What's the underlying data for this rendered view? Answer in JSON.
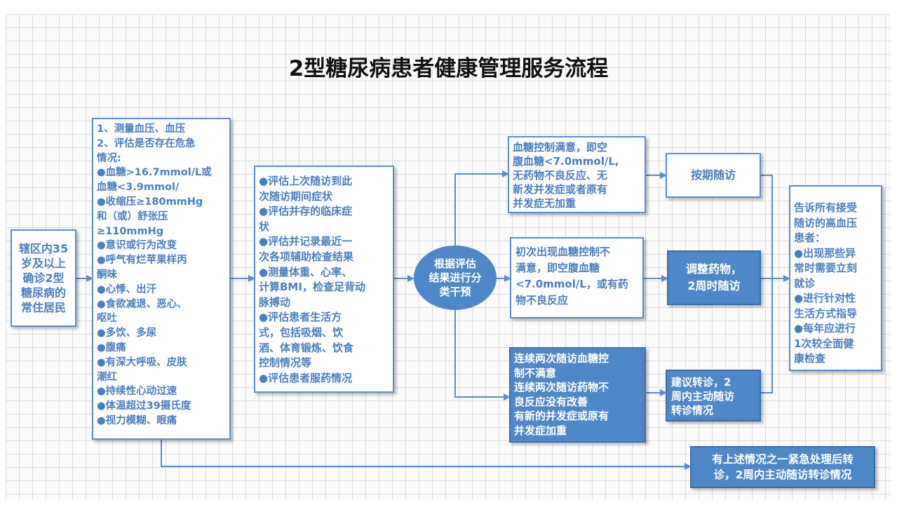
{
  "title": "2型糖尿病患者健康管理服务流程",
  "resident_box": {
    "lines": [
      "辖区内35",
      "岁及以上",
      "确诊2型",
      "糖尿病的",
      "常住居民"
    ]
  },
  "measure_box": {
    "lines": [
      "1、测量血压、血压",
      "2、评估是否存在危急",
      "情况:",
      "●血糖>16.7mmol/L或",
      "血糖<3.9mmol/",
      "●收缩压≥180mmHg",
      "和（或）舒张压",
      "≥110mmHg",
      "●意识或行为改变",
      "●呼气有烂苹果样丙",
      "酮味",
      "●心悸、出汗",
      "●食欲减退、恶心、",
      "呕吐",
      "●多饮、多尿",
      "●腹痛",
      "●有深大呼吸、皮肤",
      "潮红",
      "●持续性心动过速",
      "●体温超过39摄氏度",
      "●视力模糊、眼痛"
    ]
  },
  "assess_box": {
    "lines": [
      "●评估上次随访到此",
      "次随访期间症状",
      "●评估并存的临床症",
      "状",
      "●评估并记录最近一",
      "次各项辅助检查结果",
      "●测量体重、心率、",
      "计算BMI，检查足背动",
      "脉搏动",
      "●评估患者生活方",
      "式，包括吸烟、饮",
      "酒、体育锻炼、饮食",
      "控制情况等",
      "●评估患者服药情况"
    ]
  },
  "classify_circle": {
    "lines": [
      "根据评估",
      "结果进行分",
      "类干预"
    ]
  },
  "satisfied_box": {
    "lines": [
      "血糖控制满意，即空",
      "腹血糖<7.0mmol/L,",
      "无药物不良反应、无",
      "新发并发症或者原有",
      "并发症无加重"
    ]
  },
  "first_unsatisfied_box": {
    "lines": [
      "初次出现血糖控制不",
      "满意，即空腹血糖",
      "<7.0mmol/L，或有药",
      "物不良反应"
    ]
  },
  "consecutive_box": {
    "lines": [
      "连续两次随访血糖控",
      "制不满意",
      "连续两次随访药物不",
      "良反应没有改善",
      "有新的并发症或原有",
      "并发症加重"
    ]
  },
  "followup_box": {
    "lines": [
      "按期随访"
    ]
  },
  "adjust_box": {
    "lines": [
      "调整药物，",
      "2周时随访"
    ]
  },
  "referral_box": {
    "lines": [
      "建议转诊，2",
      "周内主动随访",
      "转诊情况"
    ]
  },
  "inform_box": {
    "lines": [
      "告诉所有接受",
      "随访的高血压",
      "患者：",
      "●出现那些异",
      "常时需要立刻",
      "就诊",
      "●进行针对性",
      "生活方式指导",
      "●每年应进行",
      "1次较全面健",
      "康检查"
    ]
  },
  "emergency_box": {
    "lines": [
      "有上述情况之一紧急处理后转",
      "诊，2周内主动随访转诊情况"
    ]
  },
  "colors": {
    "accent": "#4f88c8",
    "line": "#5b8ec7",
    "text": "#4a7fbf"
  }
}
